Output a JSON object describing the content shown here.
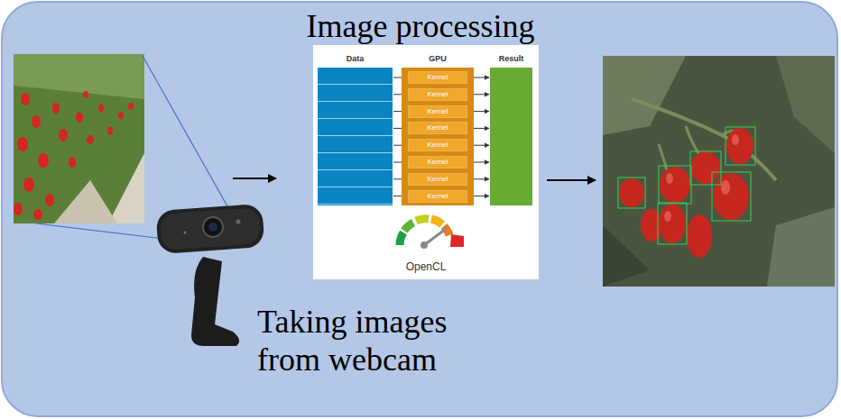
{
  "diagram": {
    "nodes": [
      {
        "text": [
          "Image processing"
        ]
      },
      {
        "text": [
          "OpenCL"
        ],
        "in": 0
      },
      {
        "text": [
          "Data"
        ],
        "in": 1
      },
      {
        "text": [
          "GPU"
        ],
        "in": 1
      },
      {
        "text": [
          "Kernel"
        ],
        "in": 3
      },
      {
        "text": [
          "Kernel"
        ],
        "in": 3
      },
      {
        "text": [
          "Kernel"
        ],
        "in": 3
      },
      {
        "text": [
          "Kernel"
        ],
        "in": 3
      },
      {
        "text": [
          "Kernel"
        ],
        "in": 3
      },
      {
        "text": [
          "Kernel"
        ],
        "in": 3
      },
      {
        "text": [
          "Kernel"
        ],
        "in": 3
      },
      {
        "text": [
          "Kernel"
        ],
        "in": 3
      },
      {
        "text": [
          "Result"
        ],
        "in": 1
      }
    ],
    "edges": [
      {
        "from": 2,
        "to": 4,
        "arrow": "to"
      },
      {
        "from": 2,
        "to": 5,
        "arrow": "to"
      },
      {
        "from": 2,
        "to": 6,
        "arrow": "to"
      },
      {
        "from": 2,
        "to": 7,
        "arrow": "to"
      },
      {
        "from": 2,
        "to": 8,
        "arrow": "to"
      },
      {
        "from": 2,
        "to": 9,
        "arrow": "to"
      },
      {
        "from": 2,
        "to": 10,
        "arrow": "to"
      },
      {
        "from": 2,
        "to": 11,
        "arrow": "to"
      },
      {
        "from": 4,
        "to": 12,
        "arrow": "to"
      },
      {
        "from": 5,
        "to": 12,
        "arrow": "to"
      },
      {
        "from": 6,
        "to": 12,
        "arrow": "to"
      },
      {
        "from": 7,
        "to": 12,
        "arrow": "to"
      },
      {
        "from": 8,
        "to": 12,
        "arrow": "to"
      },
      {
        "from": 9,
        "to": 12,
        "arrow": "to"
      },
      {
        "from": 10,
        "to": 12,
        "arrow": "to"
      },
      {
        "from": 11,
        "to": 12,
        "arrow": "to"
      }
    ],
    "labels": [
      "Taking images from webcam"
    ]
  }
}
